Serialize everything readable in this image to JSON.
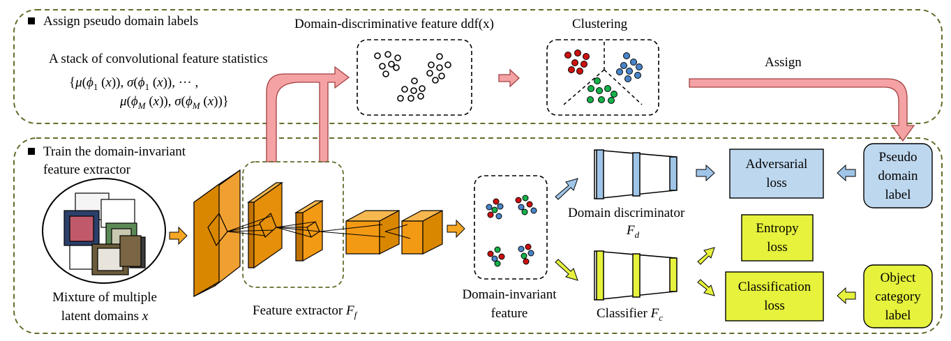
{
  "colors": {
    "dashed_border": "#5f6e2a",
    "arrow_pink": "#f4a2a4",
    "arrow_pink_stroke": "#a24040",
    "conv_orange": "#e08a00",
    "conv_orange_light": "#f5a623",
    "blue_box": "#bdd7ee",
    "yellow_box": "#e6f23c",
    "cluster_red": "#cc1111",
    "cluster_blue": "#4a84c8",
    "cluster_green": "#16b14a"
  },
  "top_section": {
    "title": "Assign pseudo domain labels",
    "stats_label": "A stack of convolutional  feature statistics",
    "ddf_label": "Domain-discriminative  feature ddf(x)",
    "clustering_label": "Clustering",
    "assign_label": "Assign"
  },
  "bottom_section": {
    "title_line1": "Train the domain-invariant",
    "title_line2": "feature extractor",
    "mixture_line1": "Mixture of multiple",
    "mixture_line2": "latent  domains",
    "mixture_var": "x",
    "feature_extractor_label": "Feature extractor",
    "invariant_line1": "Domain-invariant",
    "invariant_line2": "feature",
    "discriminator_label": "Domain discriminator",
    "classifier_label": "Classifier",
    "adversarial_line1": "Adversarial",
    "adversarial_line2": "loss",
    "entropy_line1": "Entropy",
    "entropy_line2": "loss",
    "classification_line1": "Classification",
    "classification_line2": "loss",
    "pseudo_line1": "Pseudo",
    "pseudo_line2": "domain",
    "pseudo_line3": "label",
    "object_line1": "Object",
    "object_line2": "category",
    "object_line3": "label"
  }
}
